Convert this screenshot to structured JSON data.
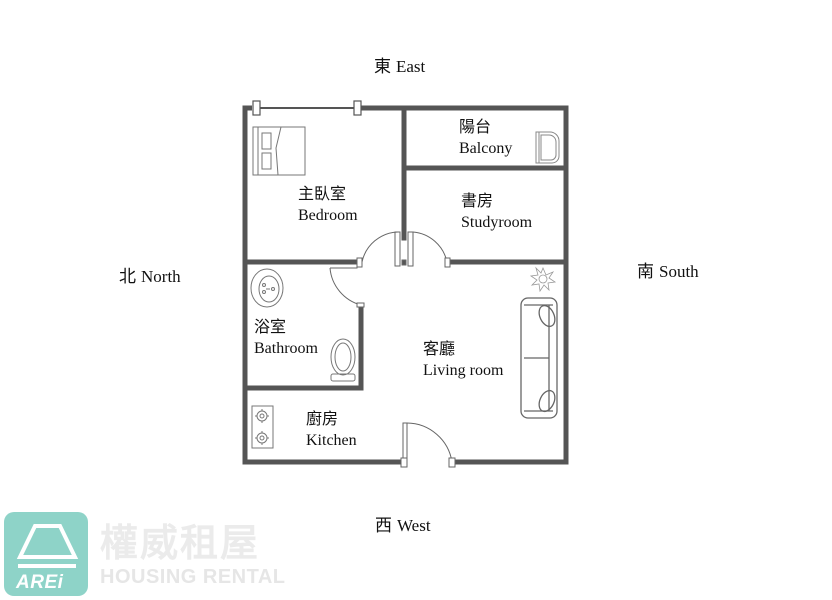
{
  "compass": {
    "east": {
      "zh": "東",
      "en": "East"
    },
    "north": {
      "zh": "北",
      "en": "North"
    },
    "south": {
      "zh": "南",
      "en": "South"
    },
    "west": {
      "zh": "西",
      "en": "West"
    }
  },
  "rooms": {
    "balcony": {
      "zh": "陽台",
      "en": "Balcony"
    },
    "bedroom": {
      "zh": "主臥室",
      "en": "Bedroom"
    },
    "studyroom": {
      "zh": "書房",
      "en": "Studyroom"
    },
    "bathroom": {
      "zh": "浴室",
      "en": "Bathroom"
    },
    "living_room": {
      "zh": "客廳",
      "en": "Living room"
    },
    "kitchen": {
      "zh": "廚房",
      "en": "Kitchen"
    }
  },
  "branding": {
    "logo_text": "AREi",
    "name_zh": "權威租屋",
    "name_en": "HOUSING RENTAL",
    "color": "#8ed3c8"
  },
  "colors": {
    "wall": "#555555",
    "fixture": "#777777"
  }
}
